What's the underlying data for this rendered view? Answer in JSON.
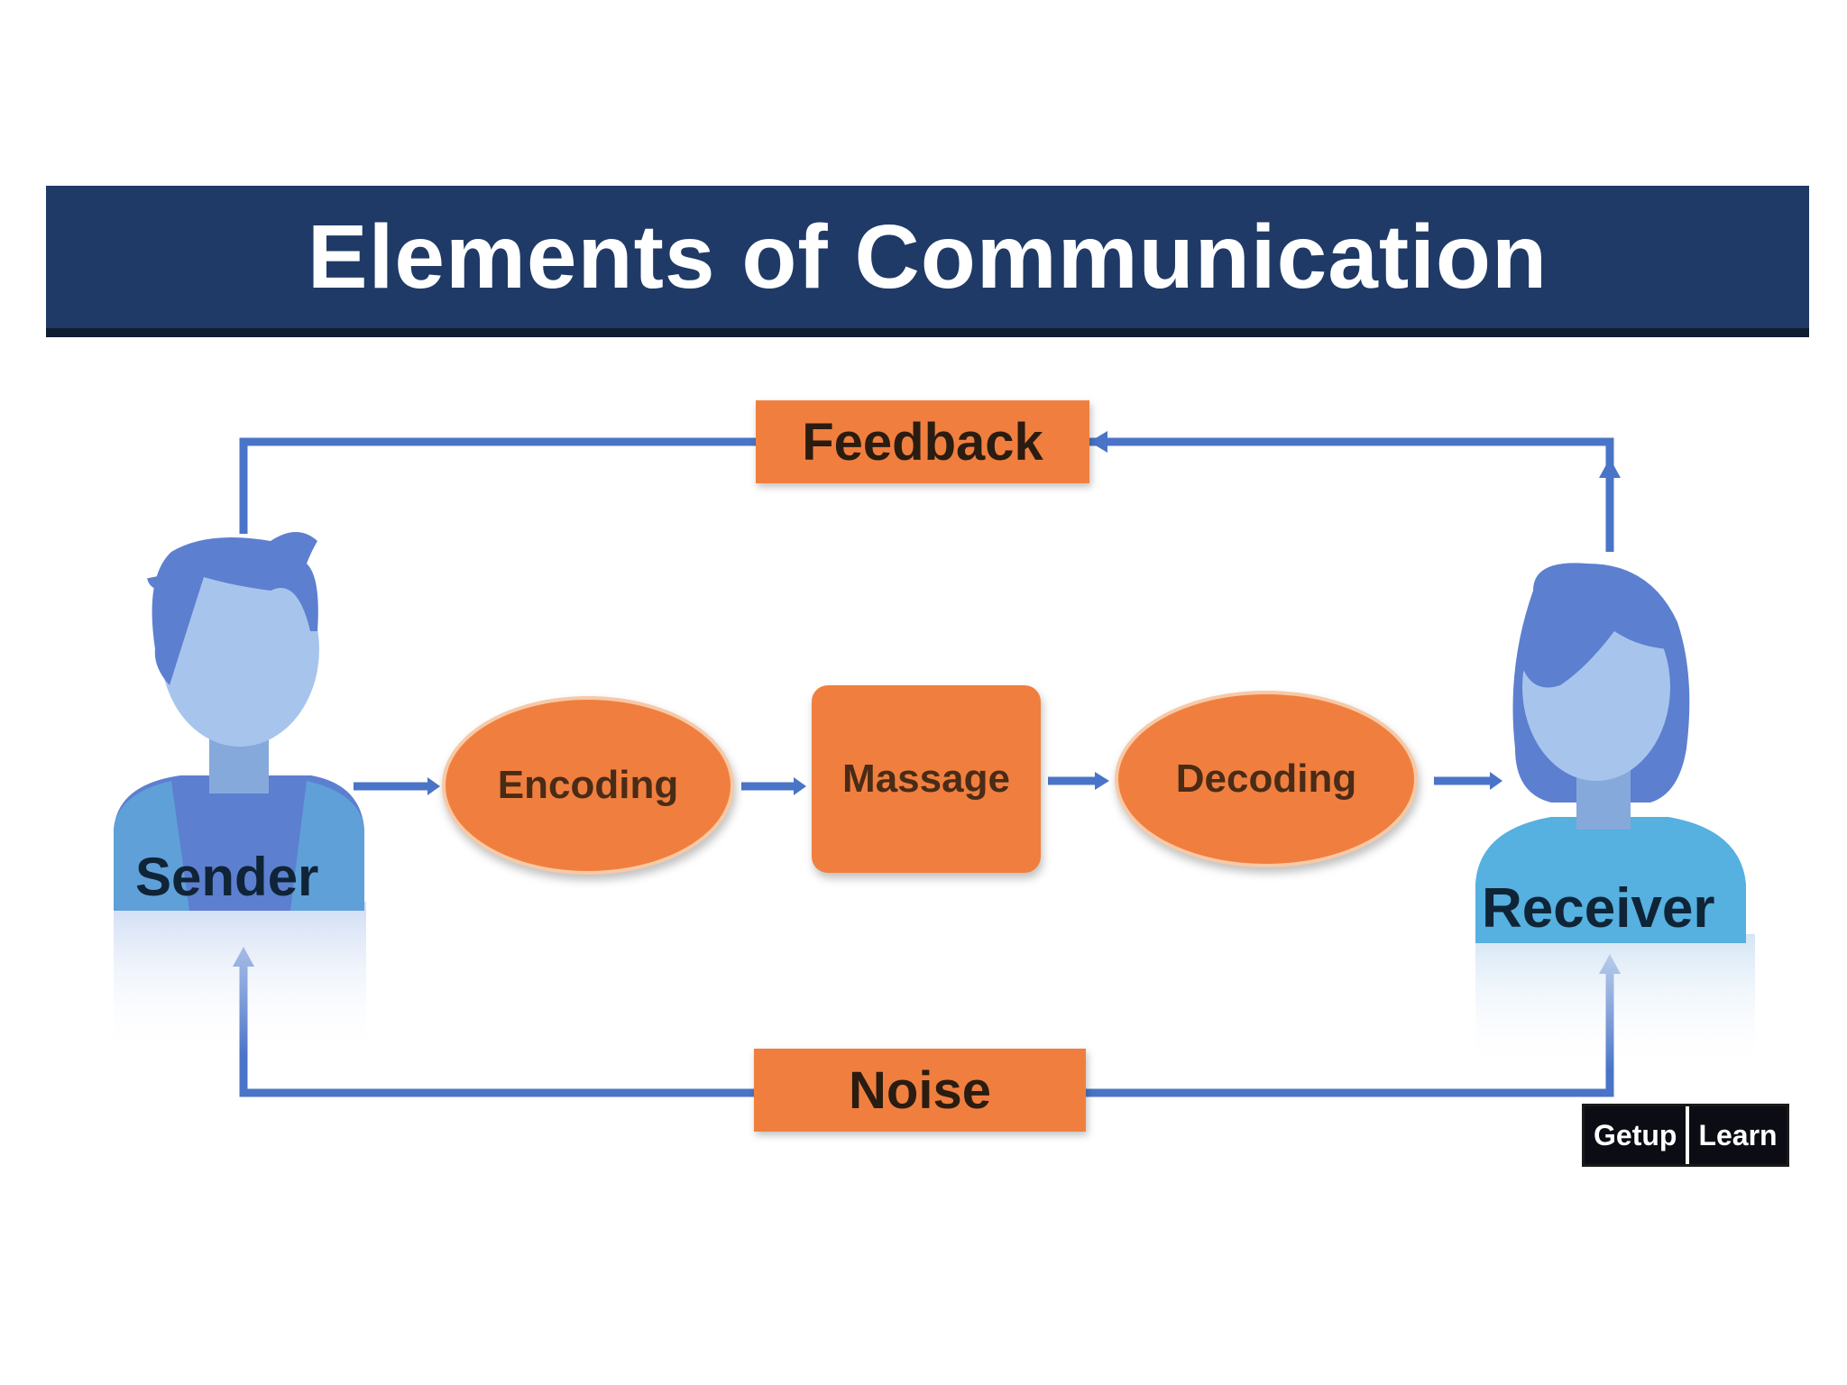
{
  "title": "Elements of Communication",
  "nodes": {
    "feedback": "Feedback",
    "noise": "Noise",
    "encoding": "Encoding",
    "message": "Massage",
    "decoding": "Decoding",
    "sender": "Sender",
    "receiver": "Receiver"
  },
  "watermark": {
    "part1": "Getup",
    "part2": "Learn"
  },
  "colors": {
    "banner": "#1f3a66",
    "accent_orange": "#f07f3f",
    "connector_blue": "#4a74c8",
    "person_blue": "#5d7fd0",
    "skin_blue": "#a7c5ec"
  },
  "icons": {
    "sender": "man-avatar-icon",
    "receiver": "woman-avatar-icon"
  }
}
